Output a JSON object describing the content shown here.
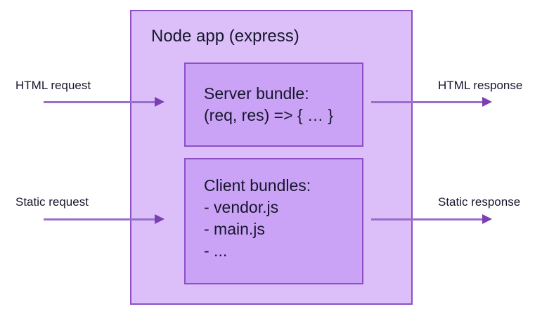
{
  "diagram": {
    "outer": {
      "title": "Node app (express)",
      "fill": "#DCBFF8",
      "border": "#8E4FC6"
    },
    "inner_boxes": [
      {
        "name": "server-bundle",
        "lines": [
          "Server bundle:",
          "(req, res) => { … }"
        ],
        "fill": "#CBA3F6",
        "border": "#8E4FC6"
      },
      {
        "name": "client-bundles",
        "lines": [
          "Client bundles:",
          "- vendor.js",
          "- main.js",
          "- ..."
        ],
        "fill": "#CBA3F6",
        "border": "#8E4FC6"
      }
    ],
    "labels": {
      "html_request": "HTML request",
      "static_request": "Static request",
      "html_response": "HTML response",
      "static_response": "Static response"
    },
    "arrow_color": "#9A6FCC",
    "arrow_head_color": "#7B3FB5",
    "text_color": "#16162E",
    "background": "#ffffff"
  }
}
